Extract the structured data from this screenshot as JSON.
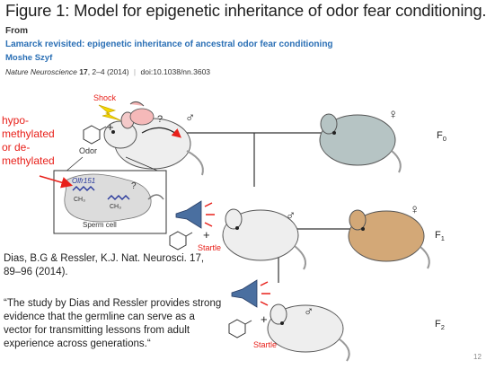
{
  "header": {
    "figure_title": "Figure 1: Model for epigenetic inheritance of odor fear conditioning.",
    "from_label": "From",
    "article_title": "Lamarck revisited: epigenetic inheritance of ancestral odor fear conditioning",
    "author": "Moshe Szyf",
    "citation_journal": "Nature Neuroscience",
    "citation_volume": "17",
    "citation_rest": ", 2–4 (2014)",
    "citation_sep": "|",
    "citation_doi": "doi:10.1038/nn.3603"
  },
  "annotation": {
    "text": "hypo-methylated or de-methylated"
  },
  "diagram": {
    "shock_label": "Shock",
    "odor_label": "Odor",
    "gene_label": "Olfr151",
    "methyl_label_1": "CH₃",
    "methyl_label_2": "CH₃",
    "question_mark": "?",
    "sperm_label": "Sperm cell",
    "startle_label_1": "Startle",
    "startle_label_2": "Startle",
    "plus": "+",
    "male_symbol": "♂",
    "female_symbol": "♀",
    "generations": [
      {
        "base": "F",
        "sub": "0"
      },
      {
        "base": "F",
        "sub": "1"
      },
      {
        "base": "F",
        "sub": "2"
      }
    ],
    "colors": {
      "red": "#e8201a",
      "white_mouse": "#eeeeee",
      "grey_mouse": "#b6c4c4",
      "tan_mouse": "#d3a877",
      "shock_yellow": "#f5d800",
      "megaphone_blue": "#4a6fa0"
    },
    "icons": [
      "lightning-icon",
      "benzene-icon",
      "megaphone-icon",
      "mouse-icon",
      "sperm-cell-icon"
    ]
  },
  "reference": {
    "text": "Dias, B.G & Ressler, K.J. Nat. Neurosci. 17, 89–96 (2014)."
  },
  "quote": {
    "text": "“The study by Dias and Ressler provides strong evidence that the germline can serve as a vector for transmitting lessons from adult experience across generations.“"
  },
  "footer": {
    "slide_number": "12"
  }
}
